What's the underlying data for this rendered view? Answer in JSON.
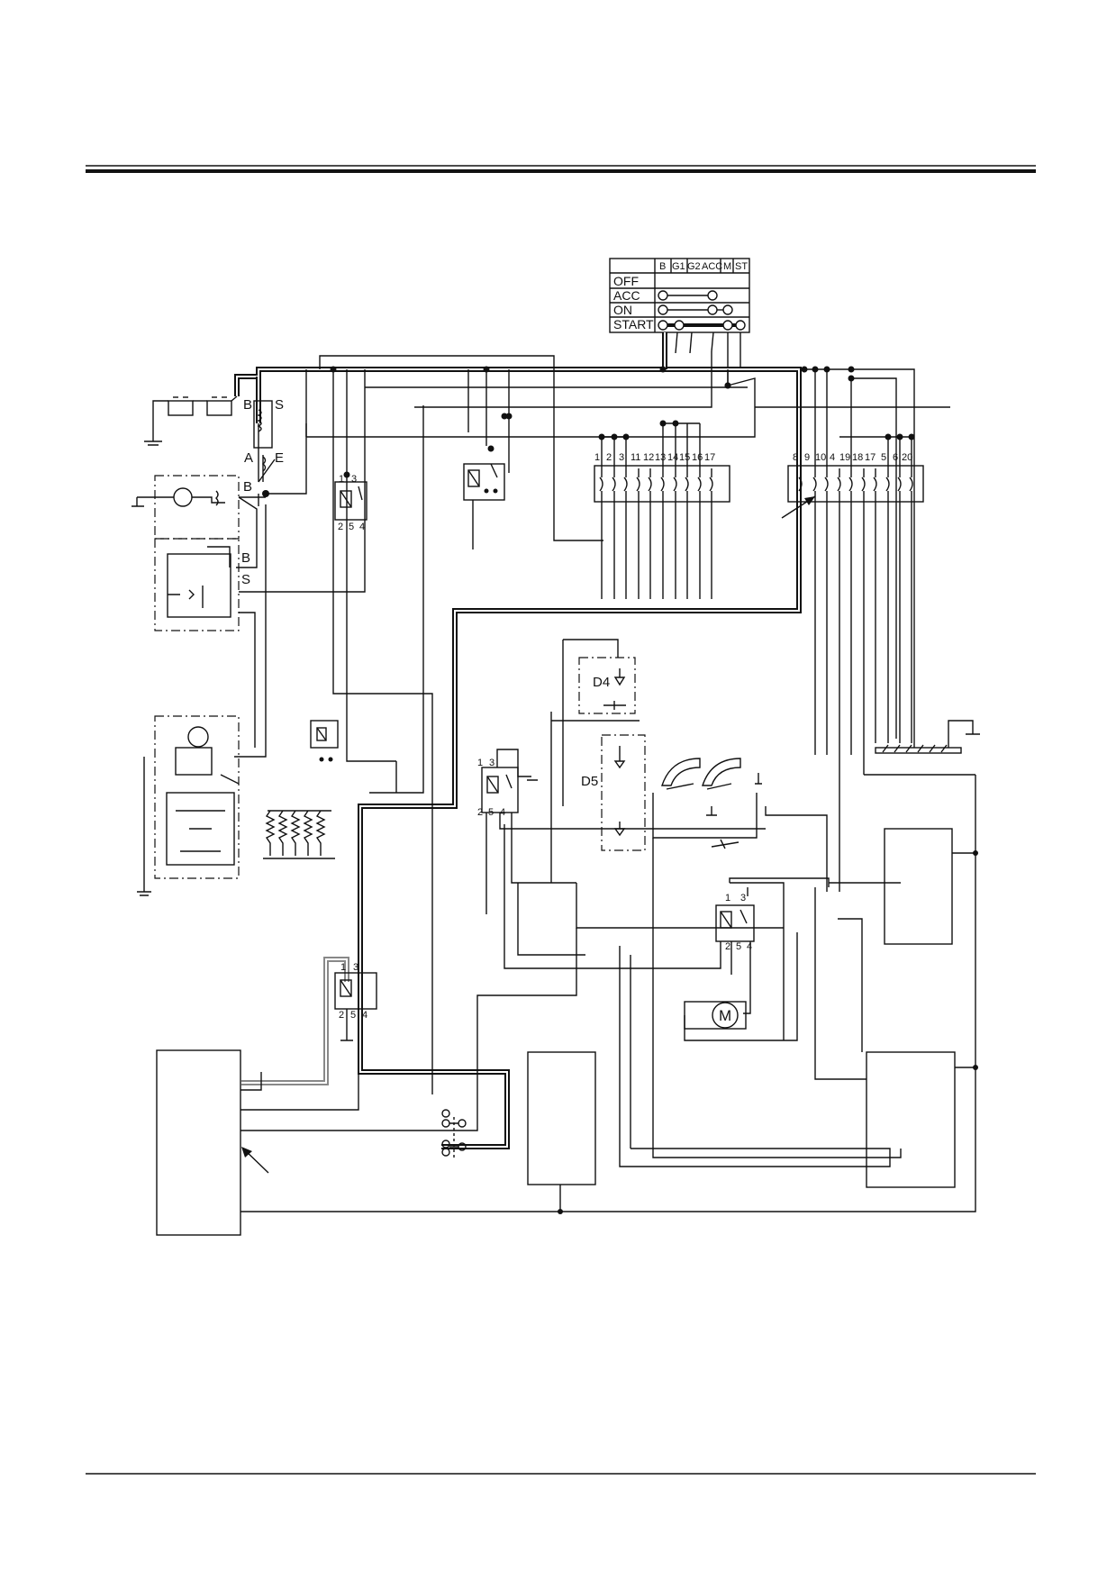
{
  "ignition_switch": {
    "columns": [
      "B",
      "G1",
      "G2",
      "ACC",
      "M",
      "ST"
    ],
    "rows": [
      "OFF",
      "ACC",
      "ON",
      "START"
    ]
  },
  "terminal_labels": {
    "battery_relay_b": "B",
    "battery_relay_s": "S",
    "battery_relay_a": "A",
    "battery_relay_e": "E",
    "alternator_b": "B",
    "regulator_b": "B",
    "regulator_s": "S"
  },
  "fuse_box_left": [
    "1",
    "2",
    "3",
    "11",
    "12",
    "13",
    "14",
    "15",
    "16",
    "17"
  ],
  "fuse_box_right": [
    "8",
    "9",
    "10",
    "4",
    "19",
    "18",
    "17",
    "5",
    "6",
    "20"
  ],
  "relay_pins": {
    "top": [
      "1",
      "3"
    ],
    "bottom": [
      "2",
      "5",
      "4"
    ]
  },
  "diode_units": {
    "d4": "D4",
    "d5": "D5"
  },
  "motor_label": "M"
}
